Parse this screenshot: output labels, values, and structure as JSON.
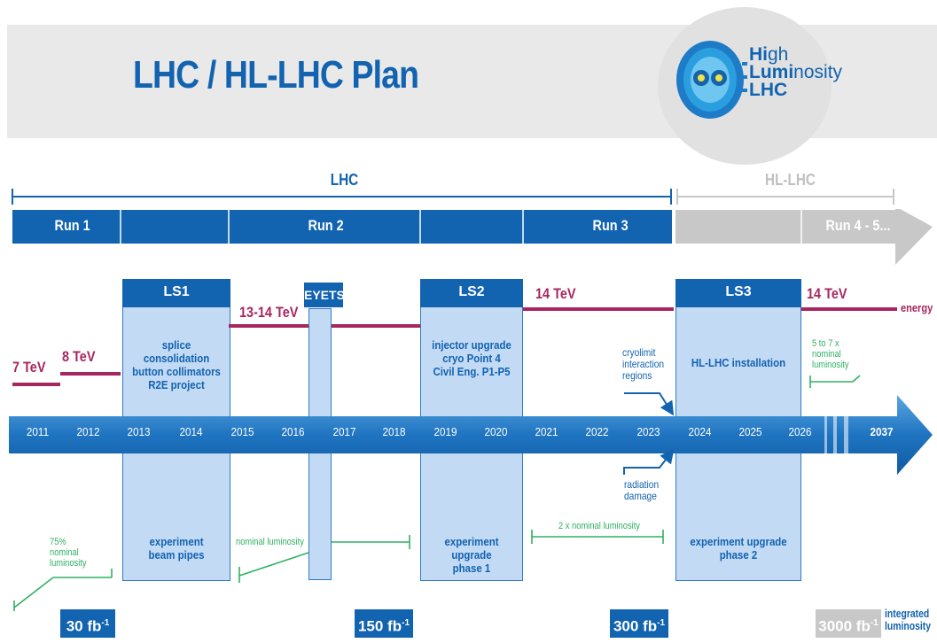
{
  "title": "LHC / HL-LHC Plan",
  "logo": {
    "line1_bold": "Hi",
    "line1_rest": "gh",
    "line2_bold": "Lumi",
    "line2_rest": "nosity",
    "line3": "LHC"
  },
  "eras": {
    "lhc": "LHC",
    "hllhc": "HL-LHC"
  },
  "runs": {
    "run1": "Run 1",
    "run2": "Run 2",
    "run3": "Run 3",
    "run4": "Run 4 - 5..."
  },
  "shutdowns": [
    {
      "name": "LS1",
      "work": "splice consolidation\nbutton collimators\nR2E project",
      "experiment": "experiment\nbeam pipes"
    },
    {
      "name": "EYETS"
    },
    {
      "name": "LS2",
      "work": "injector upgrade\ncryo Point 4\nCivil Eng. P1-P5",
      "experiment": "experiment upgrade\nphase 1"
    },
    {
      "name": "LS3",
      "work": "HL-LHC installation",
      "experiment": "experiment upgrade\nphase 2"
    }
  ],
  "energies": {
    "e7": "7 TeV",
    "e8": "8 TeV",
    "e13": "13-14 TeV",
    "e14a": "14 TeV",
    "e14b": "14 TeV",
    "label": "energy"
  },
  "years": [
    "2011",
    "2012",
    "2013",
    "2014",
    "2015",
    "2016",
    "2017",
    "2018",
    "2019",
    "2020",
    "2021",
    "2022",
    "2023",
    "2024",
    "2025",
    "2026",
    "2037"
  ],
  "annotations": {
    "cryolimit": "cryolimit\ninteraction\nregions",
    "radiation": "radiation\ndamage"
  },
  "luminosity": {
    "l75": "75%\nnominal\nluminosity",
    "nominal": "nominal luminosity",
    "x2": "2 x nominal luminosity",
    "x57": "5 to 7 x\nnominal\nluminosity"
  },
  "integrated": {
    "v30": "30 fb",
    "v150": "150 fb",
    "v300": "300 fb",
    "v3000": "3000 fb",
    "unit_exp": "-1",
    "label": "integrated\nluminosity"
  },
  "colors": {
    "blue": "#1263b0",
    "light_blue": "#c3daf5",
    "grey": "#c8c8c8",
    "energy": "#a62760",
    "green": "#2fb063"
  }
}
